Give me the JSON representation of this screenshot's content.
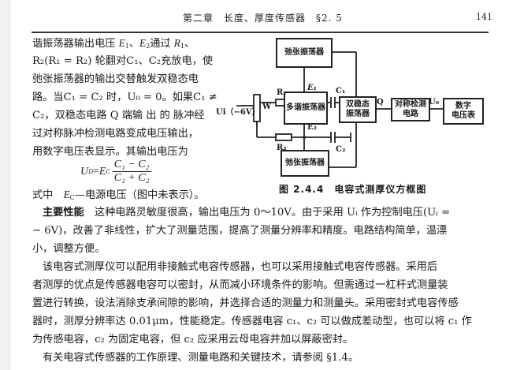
{
  "header": {
    "title": "第二章　长度、厚度传感器　§2. 5",
    "page_number": "141"
  },
  "left_column": {
    "lines": [
      {
        "pre": "谐振荡器输出电压 ",
        "e1": "E",
        "s1": "1",
        "mid1": "、",
        "e2": "E",
        "s2": "2",
        "mid2": "通过 ",
        "r": "R",
        "rs": "1",
        "post": "、"
      },
      {
        "text": "R₂(R₁ = R₂) 轮翻对C₁、C₂充放电，使"
      },
      {
        "text": "弛张振荡器的输出交替触发双稳态电"
      },
      {
        "text": "路。当C₁ = C₂ 时，U₀ = 0。如果C₁ ≠"
      },
      {
        "text": "C₂，双稳态电路 Q 端输 出 的 脉冲经"
      },
      {
        "text": "过对称脉冲检测电路变成电压输出，"
      },
      {
        "text": "用数字电压表显示。其输出电压为"
      }
    ],
    "formula": {
      "lhs": "U",
      "lhs_sub": "D",
      "eq": " = ",
      "coef": "E",
      "coef_sub": "C",
      "numerator": "C₁ − C₂",
      "denominator": "C₁ + C₂"
    },
    "where_line": {
      "prefix": "式中　",
      "symbol": "E",
      "symbol_sub": "C",
      "desc": "—电源电压（图中未表示）。"
    }
  },
  "figure": {
    "caption": "图 2.4.4　电容式测厚仪方框图",
    "blocks": {
      "relax_top": "弛张振荡器",
      "multivibrator": "多谐振荡器",
      "relax_bottom": "弛张振荡器",
      "bistable": [
        "双稳态",
        "振荡器"
      ],
      "sym_detect": [
        "对称检测",
        "电路"
      ],
      "dvm": [
        "数字",
        "电压表"
      ]
    },
    "labels": {
      "ui": "Ui（−6V）",
      "w": "W",
      "r1": "R₁",
      "r2": "R₂",
      "c1": "C₁",
      "c2": "C₂",
      "e1": "E₁",
      "e2": "E₂",
      "q": "Q",
      "u0": "U₀"
    }
  },
  "paragraphs": {
    "perf_lead": "主要性能",
    "perf_line1": "　这种电路灵敏度很高，输出电压为 0～10V。由于采用 Uᵢ 作为控制电压(Uᵢ =",
    "perf_line2": "− 6V)，改善了非线性，扩大了测量范围，提高了测量分辨率和精度。电路结构简单，温漂",
    "perf_line3": "小，调整方便。",
    "p2_line1": "该电容式测厚仪可以配用非接触式电容传感器，也可以采用接触式电容传感器。采用后",
    "p2_line2": "者测厚的优点是传感器电容可以密封，从而减小环境条件的影响。但需通过一杠杆式测量装",
    "p2_line3": "置进行转换，设法消除支承间隙的影响，并选择合适的测量力和测量头。采用密封式电容传感",
    "p2_line4": "器时，测厚分辨率达 0.01μm，性能稳定。传感器电容 c₁、c₂ 可以做成差动型，也可以将 c₁ 作",
    "p2_line5": "为传感电容，c₂ 为固定电容，但 c₂ 应采用云母电容并加以屏蔽密封。",
    "p3_line1": "有关电容式传感器的工作原理、测量电路和关键技术，请参阅 §1.4。"
  }
}
